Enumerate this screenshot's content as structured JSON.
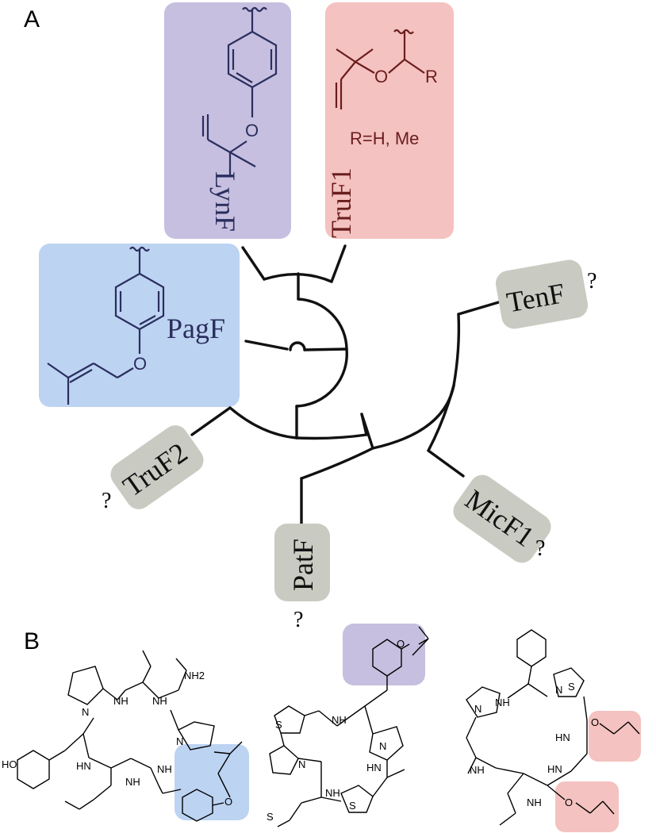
{
  "panel_labels": {
    "a": "A",
    "b": "B"
  },
  "colors": {
    "lynf_box": "#c6bfe0",
    "truf1_box": "#f4c2c0",
    "pagf_box": "#bcd3f2",
    "unknown_box": "#c9cbc2",
    "tree_line": "#111111",
    "chem_blue": "#2a2e5e",
    "chem_red": "#6b1d1d"
  },
  "tree": {
    "labels": {
      "lynf": "LynF",
      "truf1": "TruF1",
      "pagf": "PagF",
      "tenf": "TenF",
      "micf1": "MicF1",
      "patf": "PatF",
      "truf2": "TruF2"
    },
    "unknown_mark": "?"
  },
  "truf1_substituent": "R=H, Me",
  "chem_atoms": {
    "o": "O",
    "r": "R",
    "nh": "NH",
    "hn": "HN",
    "n": "N",
    "s": "S",
    "nh2": "NH2",
    "ho": "HO"
  }
}
